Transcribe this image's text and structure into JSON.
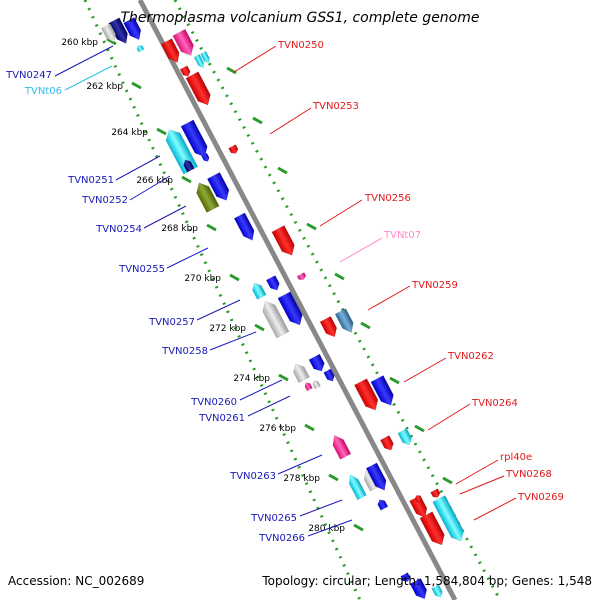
{
  "title": "Thermoplasma volcanium GSS1, complete genome",
  "accession": "Accession: NC_002689",
  "summary": "Topology: circular; Length: 1,584,804 bp; Genes: 1,548",
  "colors": {
    "forward_label": "#e31a1c",
    "reverse_label": "#1a1ab8",
    "trna_label": "#ff88cc",
    "trna_reverse_label": "#33bbee",
    "backbone": "#888888",
    "tick": "#2a9a2a"
  },
  "ticks": [
    "260 kbp",
    "262 kbp",
    "264 kbp",
    "266 kbp",
    "268 kbp",
    "270 kbp",
    "272 kbp",
    "274 kbp",
    "276 kbp",
    "278 kbp",
    "280 kbp"
  ],
  "labels_left": [
    "TVN0247",
    "TVNt06",
    "TVN0251",
    "TVN0252",
    "TVN0254",
    "TVN0255",
    "TVN0257",
    "TVN0258",
    "TVN0260",
    "TVN0261",
    "TVN0263",
    "TVN0265",
    "TVN0266"
  ],
  "labels_right": [
    "TVN0250",
    "TVN0253",
    "TVN0256",
    "TVNt07",
    "TVN0259",
    "TVN0262",
    "TVN0264",
    "rpl40e",
    "TVN0268",
    "TVN0269"
  ]
}
